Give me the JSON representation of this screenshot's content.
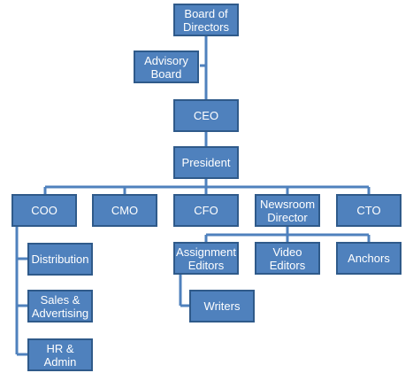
{
  "colors": {
    "node_fill": "#4f81bd",
    "node_border": "#2f5a8a",
    "connector": "#4f81bd",
    "text": "#ffffff"
  },
  "nodes": {
    "board": "Board of\nDirectors",
    "advisory": "Advisory\nBoard",
    "ceo": "CEO",
    "president": "President",
    "coo": "COO",
    "cmo": "CMO",
    "cfo": "CFO",
    "newsroom": "Newsroom\nDirector",
    "cto": "CTO",
    "distribution": "Distribution",
    "sales": "Sales &\nAdvertising",
    "hr": "HR & Admin",
    "assignment": "Assignment\nEditors",
    "video": "Video\nEditors",
    "anchors": "Anchors",
    "writers": "Writers"
  }
}
